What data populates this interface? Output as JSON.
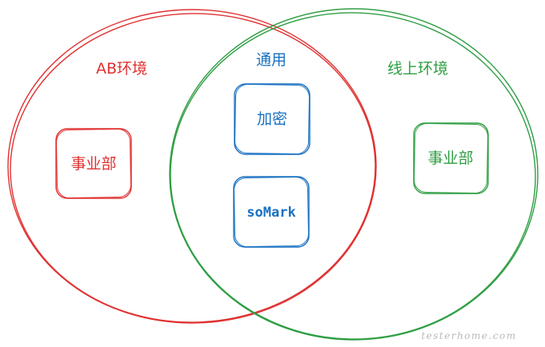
{
  "colors": {
    "red": "#e03131",
    "green": "#2f9e44",
    "blue": "#1971c2",
    "watermark": "#b9b9b9"
  },
  "left_circle": {
    "title": "AB环境",
    "box": "事业部"
  },
  "overlap": {
    "title": "通用",
    "box_top": "加密",
    "box_bottom": "soMark"
  },
  "right_circle": {
    "title": "线上环境",
    "box": "事业部"
  },
  "watermark": "testerhome.com"
}
